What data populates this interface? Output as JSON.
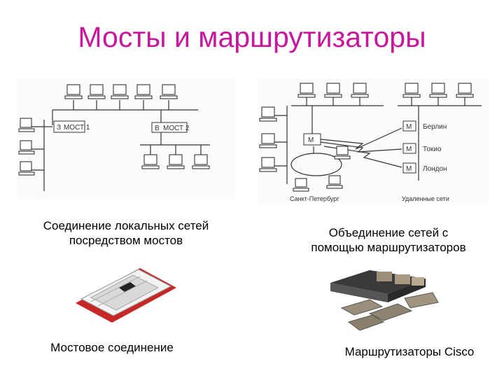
{
  "slide": {
    "title": "Мосты и маршрутизаторы",
    "accent": "#c8179c"
  },
  "bridge_diagram": {
    "bridge1_label": "МОСТ 1",
    "bridge2_label": "МОСТ 2",
    "bridge1_tag": "З",
    "bridge2_tag": "В"
  },
  "router_diagram": {
    "router_local_label": "М",
    "router_labels": [
      "М",
      "М",
      "М"
    ],
    "cities": [
      "Берлин",
      "Токио",
      "Лондон"
    ],
    "local_site_label": "Санкт-Петербург",
    "remote_label": "Удаленные сети"
  },
  "captions": {
    "bridges": [
      "Соединение локальных сетей",
      "посредством мостов"
    ],
    "routers": [
      "Объединение сетей с",
      "помощью маршрутизаторов"
    ],
    "bridge_device": "Мостовое соединение",
    "router_device": "Маршрутизаторы Cisco"
  }
}
